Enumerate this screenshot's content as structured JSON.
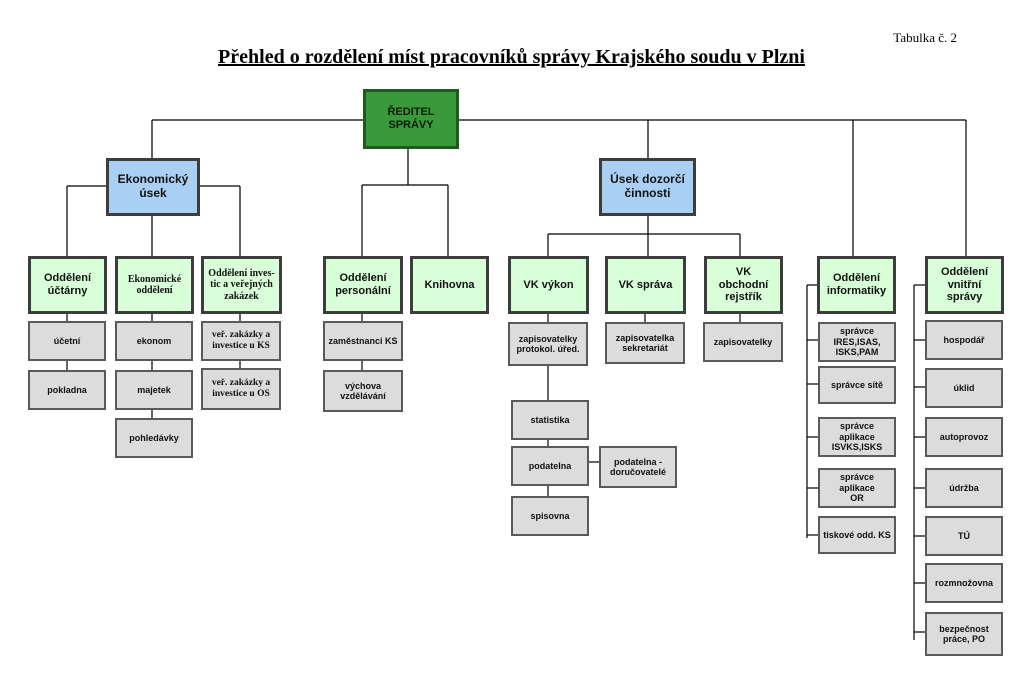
{
  "page": {
    "reference": "Tabulka č. 2",
    "title": "Přehled o rozdělení míst pracovníků správy Krajského soudu v Plzni"
  },
  "org": {
    "root": "ŘEDITEL\nSPRÁVY",
    "divisions": {
      "economic": "Ekonomický\núsek",
      "supervision": "Úsek dozorčí\nčinnosti"
    },
    "departments": {
      "accounting": "Oddělení\núčtárny",
      "economic_dept": "Ekonomické\noddělení",
      "invest": "Oddělení inves-\ntic a veřejných\nzakázek",
      "personnel": "Oddělení\npersonální",
      "library": "Knihovna",
      "vk_vykon": "VK výkon",
      "vk_sprava": "VK správa",
      "vk_rejstrik": "VK\nobchodní\nrejstřík",
      "it": "Oddělení\ninformatiky",
      "internal": "Oddělení\nvnitřní správy"
    },
    "units": {
      "accounting": [
        "účetní",
        "pokladna"
      ],
      "economic_dept": [
        "ekonom",
        "majetek",
        "pohledávky"
      ],
      "invest": [
        "veř. zakázky a\ninvestice u KS",
        "veř. zakázky a\ninvestice u OS"
      ],
      "personnel": [
        "zaměstnanci KS",
        "výchova\nvzdělávání"
      ],
      "vk_vykon": [
        "zapisovatelky\nprotokol. úřed."
      ],
      "vk_vykon_sub": [
        "statistika",
        "podatelna",
        "spisovna"
      ],
      "podatelna_sub": [
        "podatelna -\ndoručovatelé"
      ],
      "vk_sprava": [
        "zapisovatelka\nsekretariát"
      ],
      "vk_rejstrik": [
        "zapisovatelky"
      ],
      "it": [
        "správce\nIRES,ISAS,\nISKS,PAM",
        "správce sítě",
        "správce aplikace\nISVKS,ISKS",
        "správce aplikace\nOR",
        "tiskové odd. KS"
      ],
      "internal": [
        "hospodář",
        "úklid",
        "autoprovoz",
        "údržba",
        "TÚ",
        "rozmnožovna",
        "bezpečnost\npráce, PO"
      ]
    }
  }
}
